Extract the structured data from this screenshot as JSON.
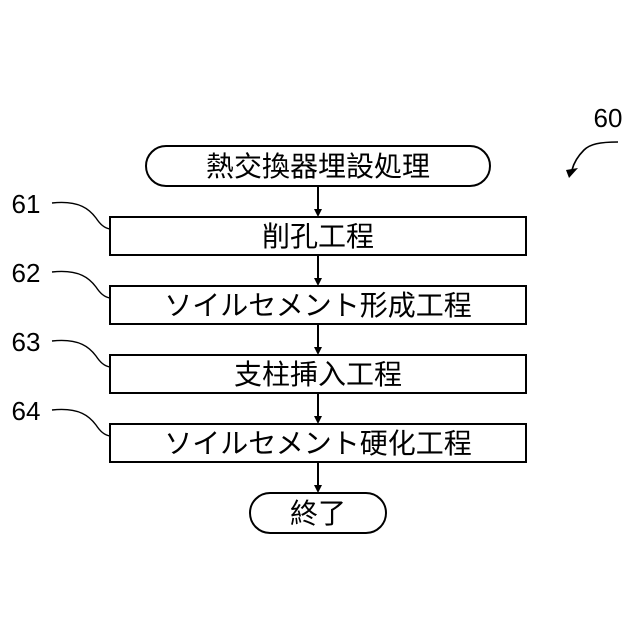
{
  "figure": {
    "ref": "60",
    "start": {
      "label": "熱交換器埋設処理"
    },
    "steps": [
      {
        "ref": "61",
        "label": "削孔工程"
      },
      {
        "ref": "62",
        "label": "ソイルセメント形成工程"
      },
      {
        "ref": "63",
        "label": "支柱挿入工程"
      },
      {
        "ref": "64",
        "label": "ソイルセメント硬化工程"
      }
    ],
    "end": {
      "label": "終了"
    }
  }
}
